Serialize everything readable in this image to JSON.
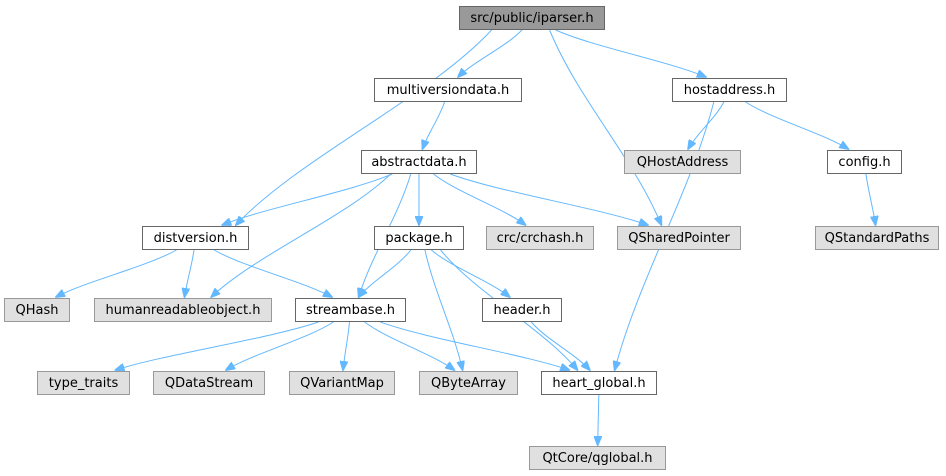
{
  "colors": {
    "edge": "#63b8ff",
    "root_fill": "#999999",
    "external_fill": "#e0e0e0",
    "normal_fill": "#ffffff"
  },
  "nodes": [
    {
      "id": "iparser",
      "label": "src/public/iparser.h",
      "kind": "root"
    },
    {
      "id": "multiversiondata",
      "label": "multiversiondata.h",
      "kind": "normal"
    },
    {
      "id": "hostaddress",
      "label": "hostaddress.h",
      "kind": "normal"
    },
    {
      "id": "abstractdata",
      "label": "abstractdata.h",
      "kind": "normal"
    },
    {
      "id": "qhostaddress",
      "label": "QHostAddress",
      "kind": "external"
    },
    {
      "id": "config",
      "label": "config.h",
      "kind": "normal"
    },
    {
      "id": "distversion",
      "label": "distversion.h",
      "kind": "normal"
    },
    {
      "id": "package",
      "label": "package.h",
      "kind": "normal"
    },
    {
      "id": "crchash",
      "label": "crc/crchash.h",
      "kind": "external"
    },
    {
      "id": "qsharedpointer",
      "label": "QSharedPointer",
      "kind": "external"
    },
    {
      "id": "qstandardpaths",
      "label": "QStandardPaths",
      "kind": "external"
    },
    {
      "id": "qhash",
      "label": "QHash",
      "kind": "external"
    },
    {
      "id": "humanreadable",
      "label": "humanreadableobject.h",
      "kind": "external"
    },
    {
      "id": "streambase",
      "label": "streambase.h",
      "kind": "normal"
    },
    {
      "id": "header",
      "label": "header.h",
      "kind": "normal"
    },
    {
      "id": "typetraits",
      "label": "type_traits",
      "kind": "external"
    },
    {
      "id": "qdatastream",
      "label": "QDataStream",
      "kind": "external"
    },
    {
      "id": "qvariantmap",
      "label": "QVariantMap",
      "kind": "external"
    },
    {
      "id": "qbytearray",
      "label": "QByteArray",
      "kind": "external"
    },
    {
      "id": "heartglobal",
      "label": "heart_global.h",
      "kind": "normal"
    },
    {
      "id": "qglobal",
      "label": "QtCore/qglobal.h",
      "kind": "external"
    }
  ],
  "edges": [
    [
      "iparser",
      "multiversiondata"
    ],
    [
      "iparser",
      "hostaddress"
    ],
    [
      "iparser",
      "distversion"
    ],
    [
      "iparser",
      "qsharedpointer"
    ],
    [
      "multiversiondata",
      "abstractdata"
    ],
    [
      "hostaddress",
      "qhostaddress"
    ],
    [
      "hostaddress",
      "config"
    ],
    [
      "hostaddress",
      "heartglobal"
    ],
    [
      "config",
      "qstandardpaths"
    ],
    [
      "abstractdata",
      "distversion"
    ],
    [
      "abstractdata",
      "humanreadable"
    ],
    [
      "abstractdata",
      "streambase"
    ],
    [
      "abstractdata",
      "package"
    ],
    [
      "abstractdata",
      "crchash"
    ],
    [
      "abstractdata",
      "qsharedpointer"
    ],
    [
      "distversion",
      "qhash"
    ],
    [
      "distversion",
      "humanreadable"
    ],
    [
      "distversion",
      "streambase"
    ],
    [
      "package",
      "streambase"
    ],
    [
      "package",
      "header"
    ],
    [
      "package",
      "qbytearray"
    ],
    [
      "package",
      "heartglobal"
    ],
    [
      "streambase",
      "typetraits"
    ],
    [
      "streambase",
      "qdatastream"
    ],
    [
      "streambase",
      "qvariantmap"
    ],
    [
      "streambase",
      "qbytearray"
    ],
    [
      "streambase",
      "heartglobal"
    ],
    [
      "header",
      "heartglobal"
    ],
    [
      "heartglobal",
      "qglobal"
    ]
  ]
}
